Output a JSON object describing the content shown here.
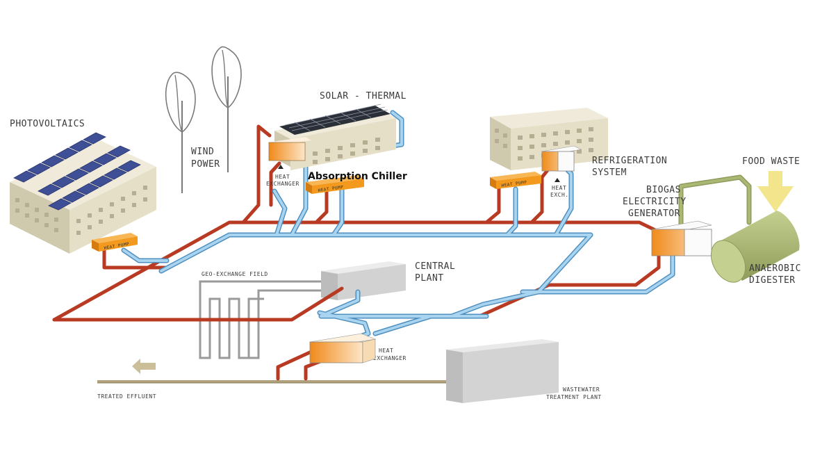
{
  "labels": {
    "photovoltaics": "PHOTOVOLTAICS",
    "wind_line1": "WIND",
    "wind_line2": "POWER",
    "solar_thermal": "SOLAR - THERMAL",
    "absorption_chiller": "Absorption Chiller",
    "heat_exchanger_top_line1": "HEAT",
    "heat_exchanger_top_line2": "EXCHANGER",
    "heat_pump_pv": "HEAT PUMP",
    "heat_pump_solar": "HEAT PUMP",
    "heat_pump_refrig": "HEAT PUMP",
    "heat_exch_refrig_line1": "HEAT",
    "heat_exch_refrig_line2": "EXCH.",
    "refrigeration_line1": "REFRIGERATION",
    "refrigeration_line2": "SYSTEM",
    "food_waste": "FOOD WASTE",
    "biogas_line1": "BIOGAS",
    "biogas_line2": "ELECTRICITY",
    "biogas_line3": "GENERATOR",
    "anaerobic_line1": "ANAEROBIC",
    "anaerobic_line2": "DIGESTER",
    "central_line1": "CENTRAL",
    "central_line2": "PLANT",
    "geo_exchange": "GEO-EXCHANGE FIELD",
    "heat_exchanger_bottom_line1": "HEAT",
    "heat_exchanger_bottom_line2": "EXCHANGER",
    "treated_effluent": "TREATED EFFLUENT",
    "wastewater_line1": "WASTEWATER",
    "wastewater_line2": "TREATMENT PLANT"
  },
  "colors": {
    "hot_pipe": "#b83a22",
    "cold_pipe": "#8ec3e6",
    "cold_pipe_edge": "#4f8fbf",
    "building": "#e4dfc6",
    "building_side": "#cfc9ad",
    "window": "#b5ae92",
    "heat_pump": "#f39a1e",
    "solar_panel": "#3e4f96",
    "plant_box": "#d2d2d2",
    "digester": "#a9b873",
    "biogas_pipe": "#8f9a5c",
    "arrow_yellow": "#f2e58b",
    "effluent_arrow": "#cbbf99"
  }
}
